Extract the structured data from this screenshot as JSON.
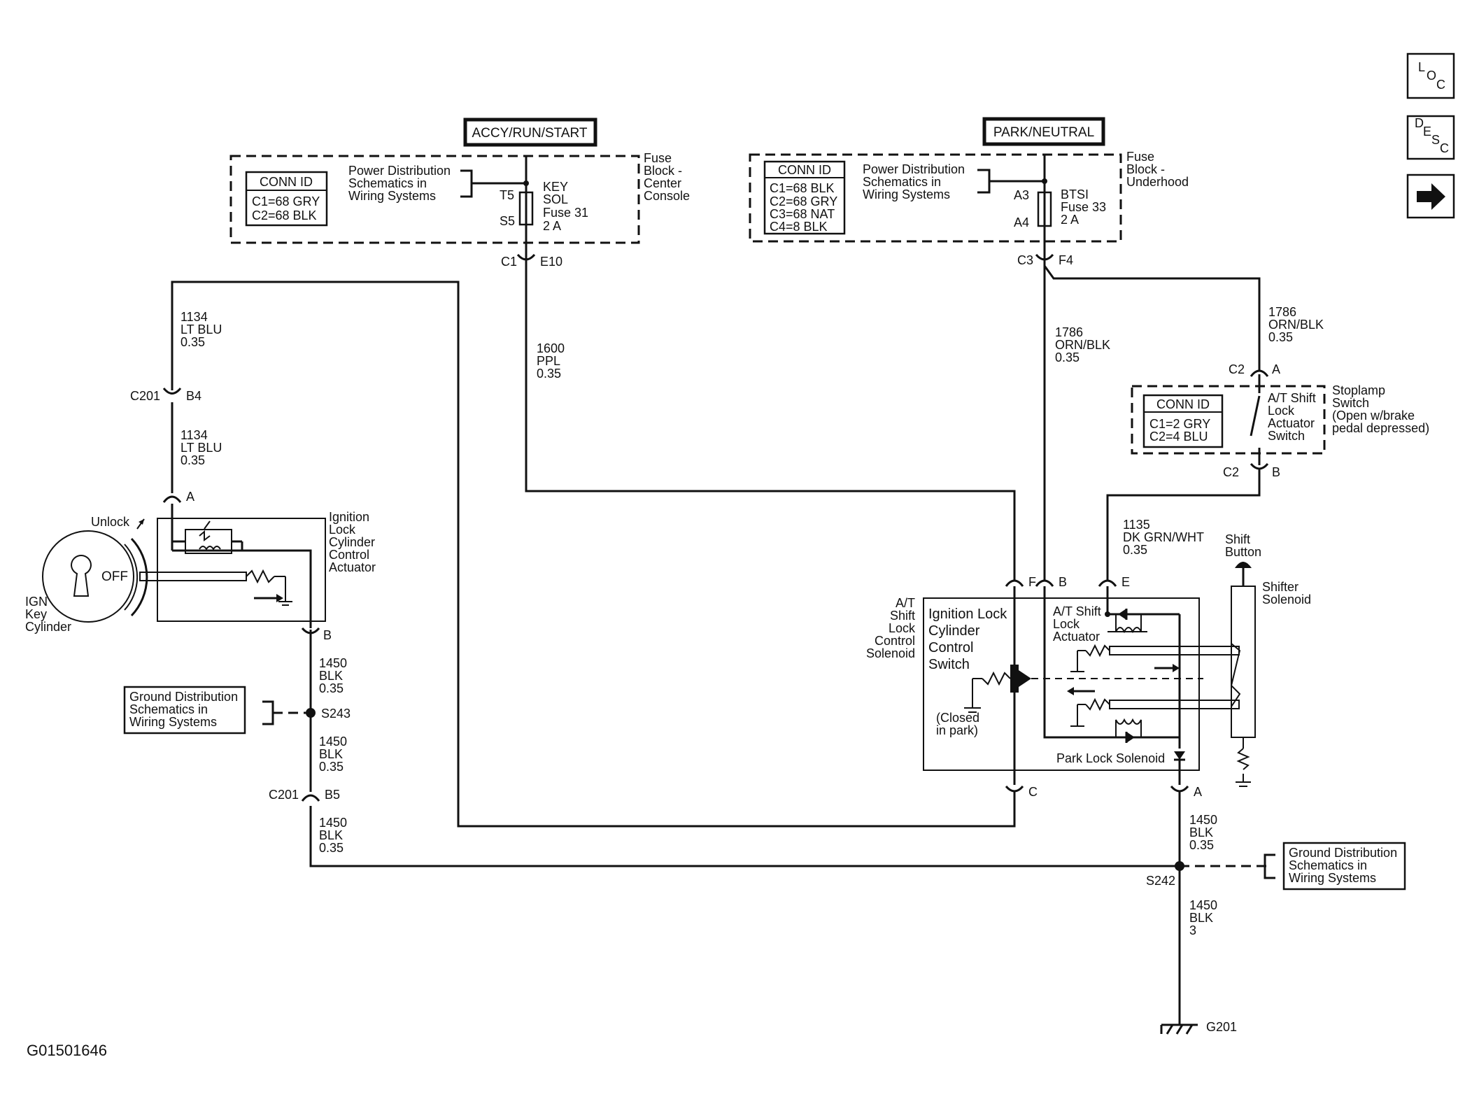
{
  "nav": {
    "loc": {
      "t1": "L",
      "t2": "O",
      "t3": "C"
    },
    "desc": {
      "t1": "D",
      "t2": "E",
      "t3": "S",
      "t4": "C"
    },
    "next_arrow": "➡"
  },
  "headers": {
    "left": "ACCY/RUN/START",
    "right": "PARK/NEUTRAL"
  },
  "fuse_left": {
    "conn_title": "CONN ID",
    "conn_lines": [
      "C1=68 GRY",
      "C2=68 BLK"
    ],
    "power_dist": [
      "Power Distribution",
      "Schematics in",
      "Wiring  Systems"
    ],
    "pins": [
      "T5",
      "S5"
    ],
    "fuse": [
      "KEY",
      "SOL",
      "Fuse 31",
      "2 A"
    ],
    "block": [
      "Fuse",
      "Block -",
      "Center",
      "Console"
    ],
    "conn_below": {
      "left": "C1",
      "right": "E10"
    }
  },
  "fuse_right": {
    "conn_title": "CONN ID",
    "conn_lines": [
      "C1=68 BLK",
      "C2=68 GRY",
      "C3=68 NAT",
      "C4=8 BLK"
    ],
    "power_dist": [
      "Power Distribution",
      "Schematics in",
      "Wiring  Systems"
    ],
    "pins": [
      "A3",
      "A4"
    ],
    "fuse": [
      "BTSI",
      "Fuse 33",
      "2 A"
    ],
    "block": [
      "Fuse",
      "Block -",
      "Underhood"
    ],
    "conn_below": {
      "left": "C3",
      "right": "F4"
    }
  },
  "wires": {
    "w1134_top": [
      "1134",
      "LT BLU",
      "0.35"
    ],
    "w1134_bot": [
      "1134",
      "LT BLU",
      "0.35"
    ],
    "w1600": [
      "1600",
      "PPL",
      "0.35"
    ],
    "w1786_mid": [
      "1786",
      "ORN/BLK",
      "0.35"
    ],
    "w1786_right": [
      "1786",
      "ORN/BLK",
      "0.35"
    ],
    "w1135": [
      "1135",
      "DK GRN/WHT",
      "0.35"
    ],
    "w1450_a": [
      "1450",
      "BLK",
      "0.35"
    ],
    "w1450_b": [
      "1450",
      "BLK",
      "0.35"
    ],
    "w1450_c": [
      "1450",
      "BLK",
      "0.35"
    ],
    "w1450_d": [
      "1450",
      "BLK",
      "0.35"
    ],
    "w1450_e": [
      "1450",
      "BLK",
      "3"
    ]
  },
  "connectors": {
    "c201_b4": {
      "c": "C201",
      "p": "B4"
    },
    "pin_a_left": "A",
    "pin_b_left": "B",
    "s243": "S243",
    "c201_b5": {
      "c": "C201",
      "p": "B5"
    },
    "c2_a": {
      "c": "C2",
      "p": "A"
    },
    "c2_b": {
      "c": "C2",
      "p": "B"
    },
    "pin_f": "F",
    "pin_b_mid": "B",
    "pin_e": "E",
    "pin_c": "C",
    "pin_a_right": "A",
    "s242": "S242",
    "g201": "G201"
  },
  "ignition": {
    "unlock": "Unlock",
    "off": "OFF",
    "cyl": [
      "IGN",
      "Key",
      "Cylinder"
    ],
    "actuator": [
      "Ignition",
      "Lock",
      "Cylinder",
      "Control",
      "Actuator"
    ]
  },
  "ground_left": [
    "Ground Distribution",
    "Schematics in",
    "Wiring Systems"
  ],
  "ground_right": [
    "Ground Distribution",
    "Schematics in",
    "Wiring Systems"
  ],
  "stoplamp": {
    "conn_title": "CONN ID",
    "conn_lines": [
      "C1=2 GRY",
      "C2=4 BLU"
    ],
    "switch": [
      "A/T Shift",
      "Lock",
      "Actuator",
      "Switch"
    ],
    "desc": [
      "Stoplamp",
      "Switch",
      "(Open w/brake",
      "pedal depressed)"
    ]
  },
  "solenoid": {
    "side": [
      "A/T",
      "Shift",
      "Lock",
      "Control",
      "Solenoid"
    ],
    "switch": [
      "Ignition Lock",
      "Cylinder",
      "Control",
      "Switch"
    ],
    "closed": [
      "(Closed",
      "in park)"
    ],
    "actuator": [
      "A/T Shift",
      "Lock",
      "Actuator"
    ],
    "park": "Park Lock Solenoid"
  },
  "shifter": {
    "button": [
      "Shift",
      "Button"
    ],
    "solenoid": [
      "Shifter",
      "Solenoid"
    ]
  },
  "figure_id": "G01501646"
}
